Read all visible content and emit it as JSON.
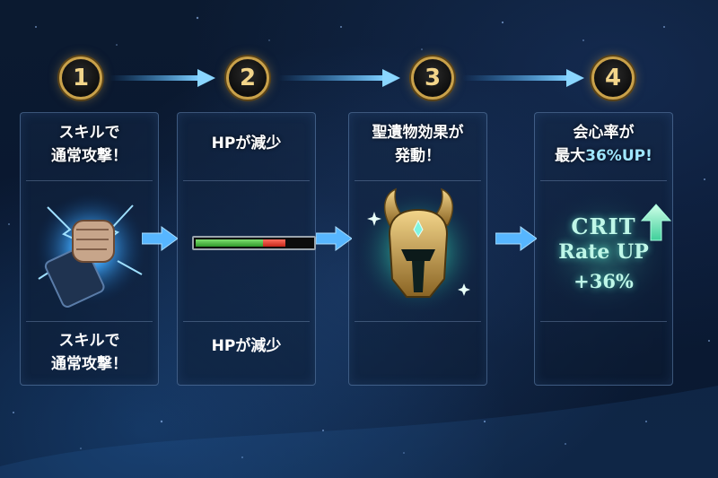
{
  "steps": [
    {
      "number": "1",
      "title_line1": "スキルで",
      "title_line2": "通常攻撃！",
      "bottom_line1": "スキルで",
      "bottom_line2": "通常攻撃！",
      "icon": "fist-icon"
    },
    {
      "number": "2",
      "title_line1": "HPが減少",
      "bottom_line1": "HPが減少",
      "icon": "hp-bar-icon",
      "hp": {
        "current_fraction": 0.58,
        "damage_fraction": 0.19
      }
    },
    {
      "number": "3",
      "title_line1": "聖遺物効果が",
      "title_line2": "発動！",
      "icon": "helmet-icon"
    },
    {
      "number": "4",
      "title_line1": "会心率が",
      "title_line2_prefix": "最大",
      "title_line2_highlight": "36%UP!",
      "crit_line1": "CRIT",
      "crit_line2": "Rate UP",
      "crit_line3": "+36%",
      "icon": "up-arrow-icon"
    }
  ],
  "colors": {
    "badge_gold": "#c9a14a",
    "arrow_blue": "#3fa9ff",
    "crit_teal": "#bff7e8",
    "hp_green": "#3fbf35",
    "hp_red": "#e0392a"
  }
}
